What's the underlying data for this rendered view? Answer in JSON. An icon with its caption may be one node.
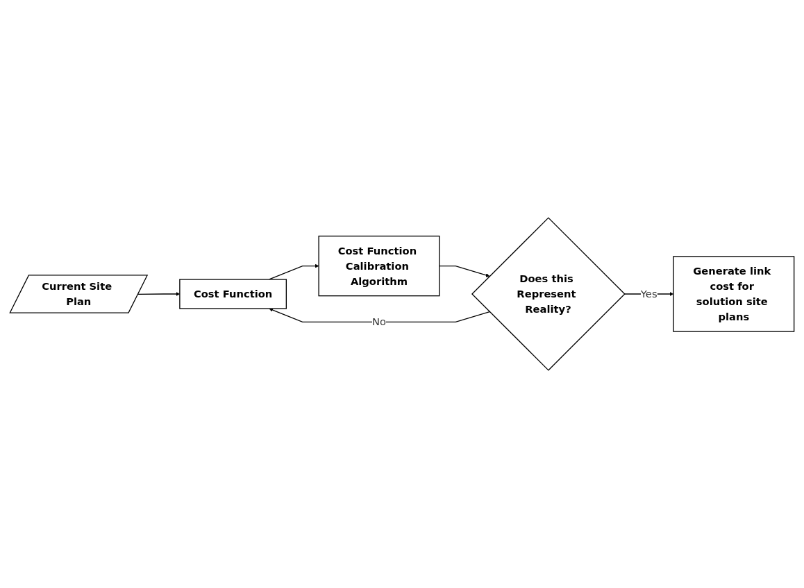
{
  "diagram": {
    "nodes": [
      {
        "text": [
          "Current Site Plan"
        ]
      },
      {
        "text": [
          "Cost Function"
        ]
      },
      {
        "text": [
          "Cost Function Calibration Algorithm"
        ]
      },
      {
        "text": [
          "Does this Represent Reality?"
        ]
      },
      {
        "text": [
          "Generate link cost for solution site plans"
        ]
      }
    ],
    "edges": [
      {
        "from": 0,
        "to": 1,
        "arrow": "to"
      },
      {
        "from": 1,
        "to": 2,
        "arrow": "to"
      },
      {
        "from": 2,
        "to": 3,
        "arrow": "to"
      },
      {
        "from": 3,
        "to": 1,
        "arrow": "to",
        "label": "No"
      },
      {
        "from": 3,
        "to": 4,
        "arrow": "to",
        "label": "Yes"
      }
    ]
  }
}
